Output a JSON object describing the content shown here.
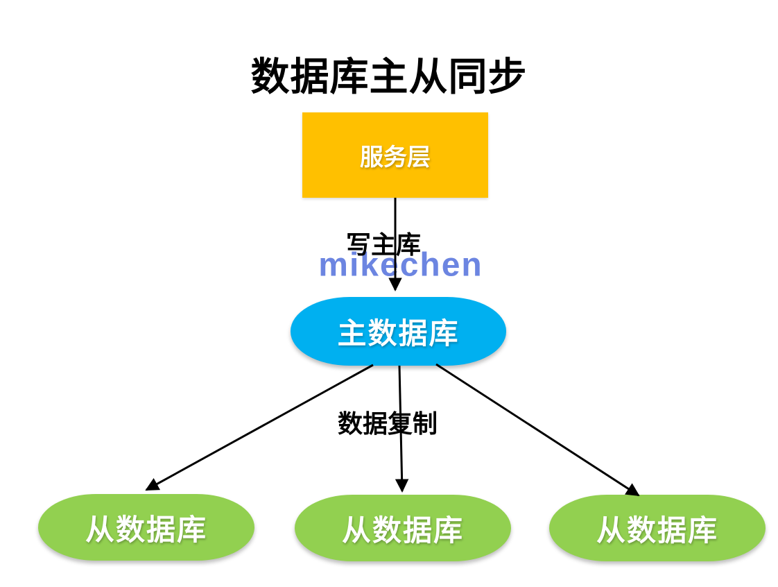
{
  "title": "数据库主从同步",
  "watermark": "mikechen",
  "colors": {
    "service_box": "#FFC000",
    "master_db": "#00B0F0",
    "slave_db": "#92D050",
    "watermark": "#6C85E1",
    "arrow": "#000000",
    "shape_text": "#FFFFFF",
    "label_text": "#000000"
  },
  "nodes": {
    "service": {
      "label": "服务层",
      "type": "rectangle"
    },
    "master": {
      "label": "主数据库",
      "type": "ellipse"
    },
    "slaves": [
      {
        "label": "从数据库"
      },
      {
        "label": "从数据库"
      },
      {
        "label": "从数据库"
      }
    ]
  },
  "edges": {
    "service_to_master_label": "写主库",
    "master_to_slaves_label": "数据复制"
  }
}
